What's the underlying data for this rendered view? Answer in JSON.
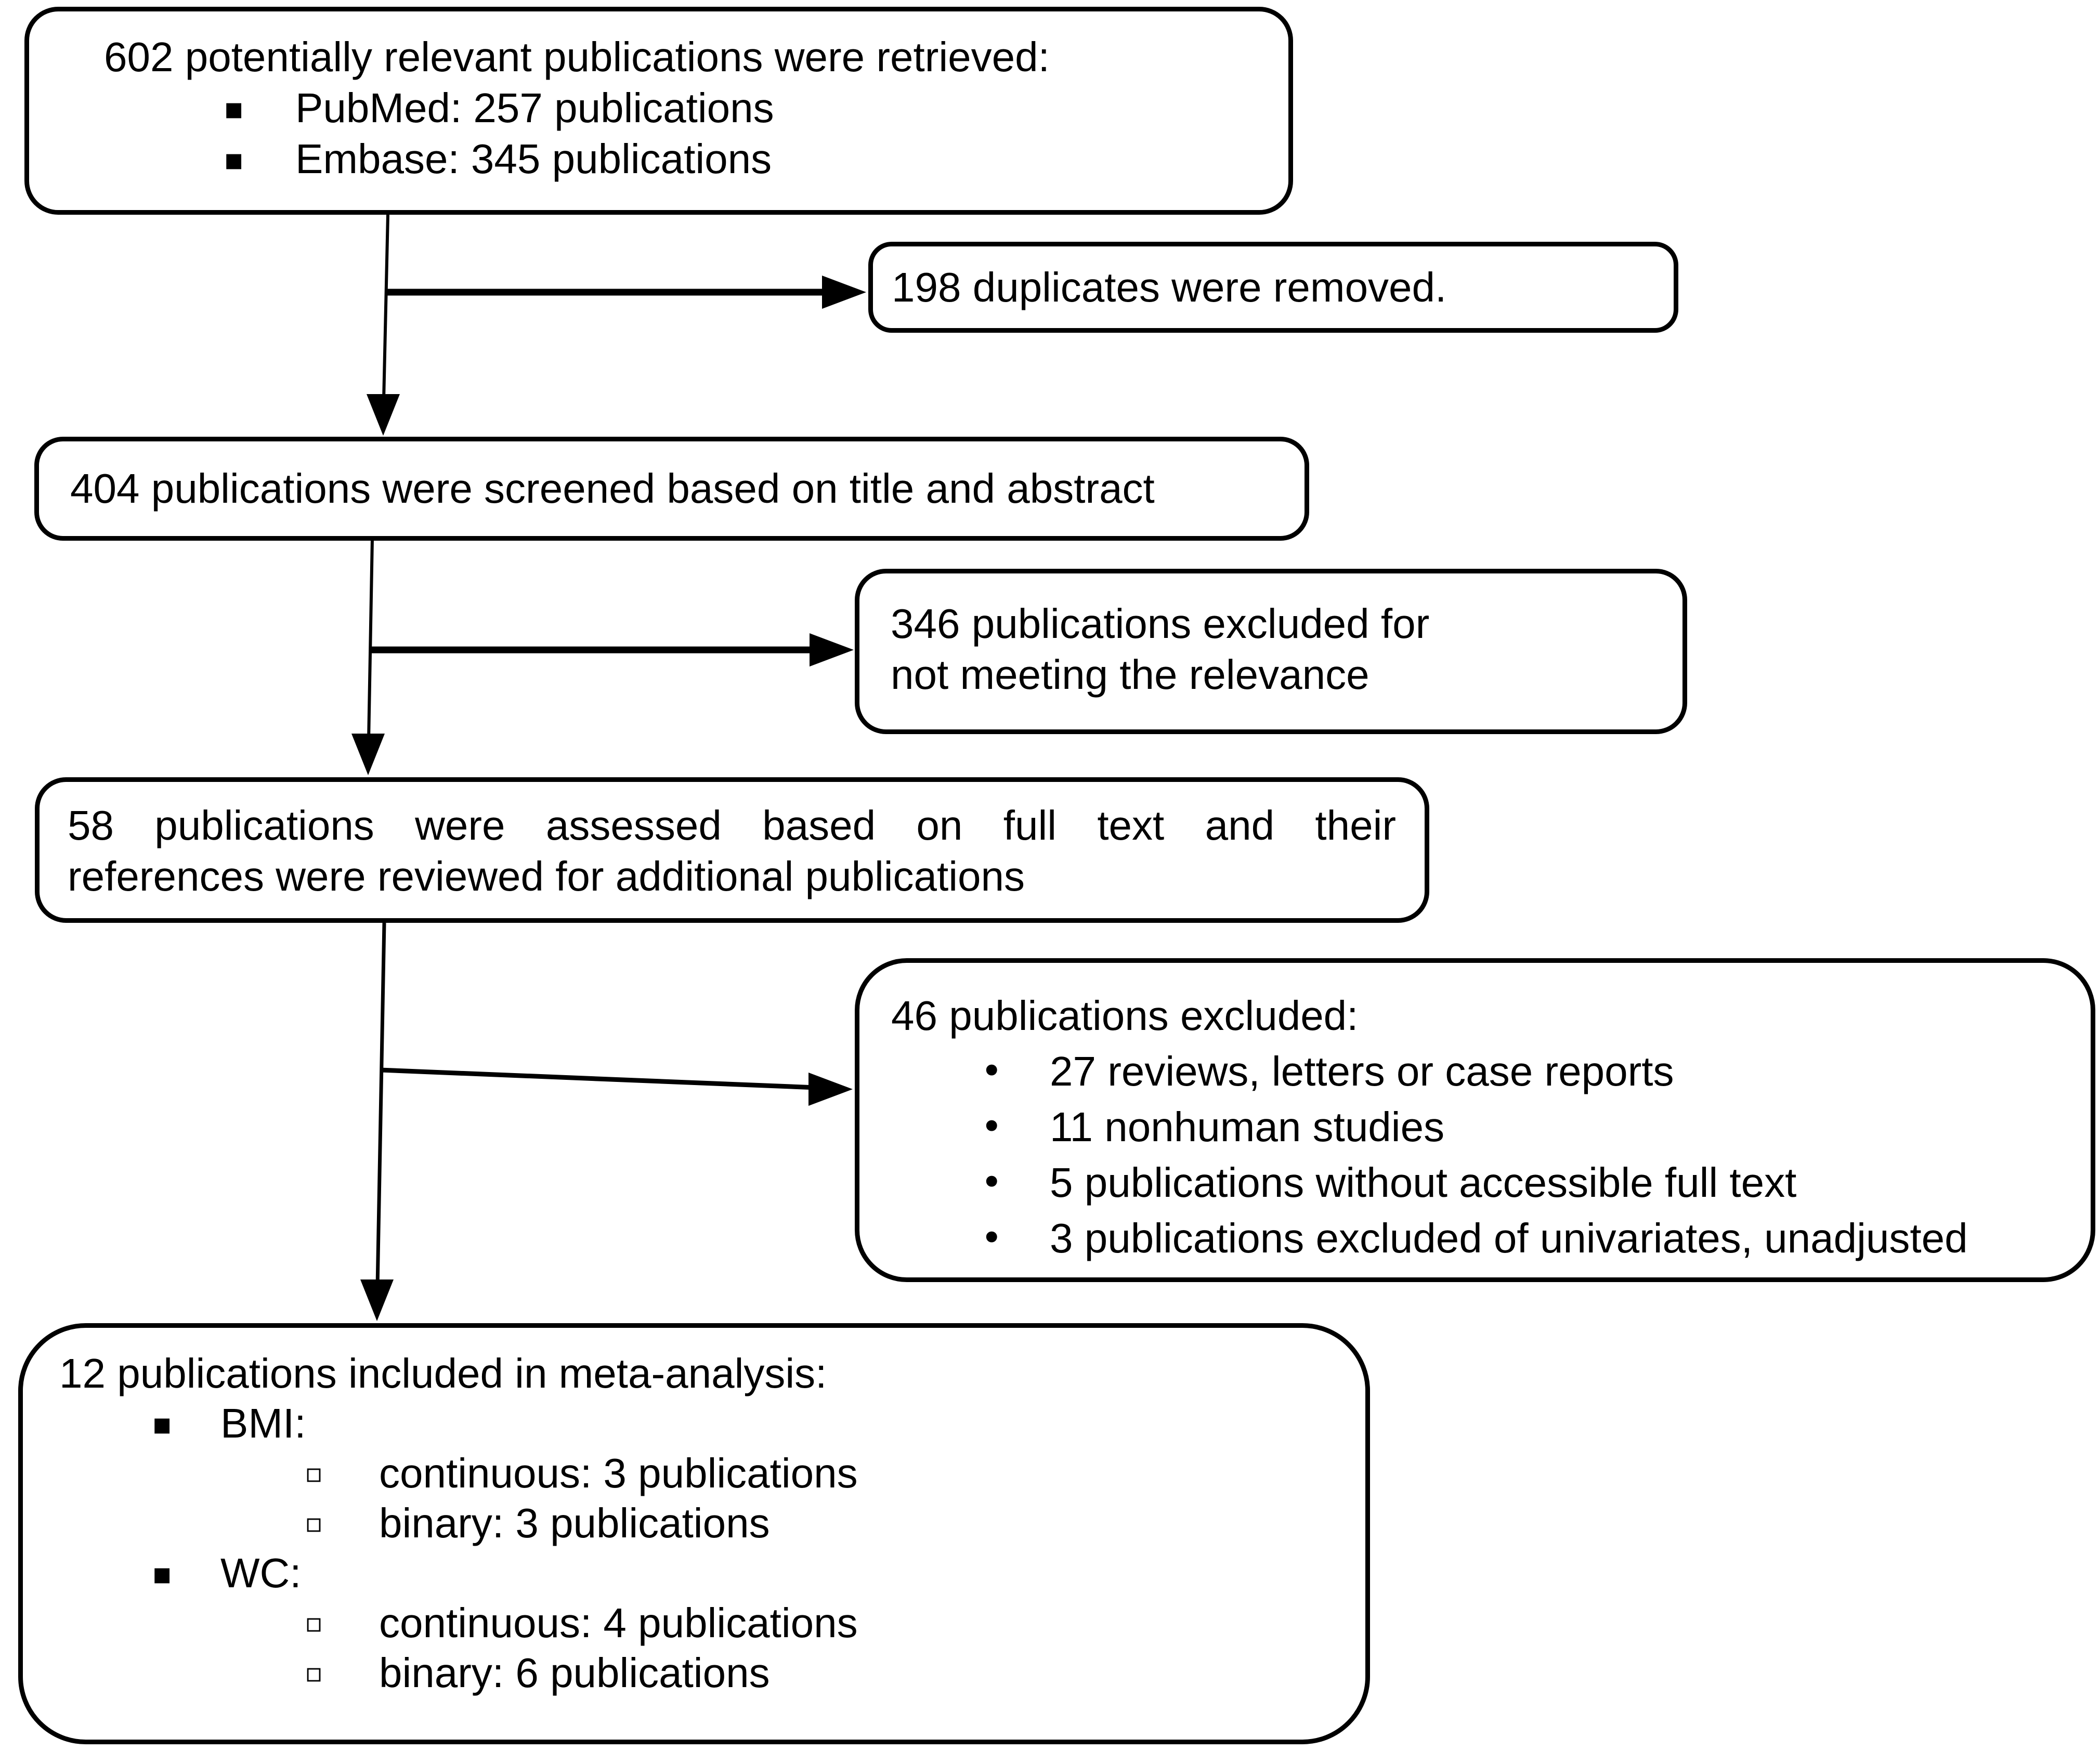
{
  "diagram": {
    "boxes": {
      "retrieved": {
        "title": "602 potentially relevant publications were retrieved:",
        "items": [
          "PubMed: 257 publications",
          "Embase: 345 publications"
        ]
      },
      "duplicates": {
        "text": "198 duplicates were removed."
      },
      "screened": {
        "text": "404 publications were screened based on title and abstract"
      },
      "excluded_relevance": {
        "lines": [
          "346 publications excluded for",
          "not meeting the relevance"
        ]
      },
      "assessed": {
        "lines": [
          "58 publications were assessed based on full text and their",
          "references were reviewed for additional publications"
        ]
      },
      "excluded_fulltext": {
        "title": "46 publications excluded:",
        "items": [
          "27 reviews, letters or case reports",
          "11 nonhuman studies",
          "5 publications without accessible full text",
          "3 publications excluded of univariates, unadjusted"
        ]
      },
      "included": {
        "title": "12 publications included in meta-analysis:",
        "groups": [
          {
            "label": "BMI:",
            "items": [
              "continuous: 3 publications",
              "binary: 3 publications"
            ]
          },
          {
            "label": "WC:",
            "items": [
              "continuous: 4 publications",
              "binary: 6 publications"
            ]
          }
        ]
      }
    },
    "bullets": {
      "square_filled": "▪",
      "square_hollow": "▫",
      "dot": "•"
    },
    "colors": {
      "line": "#000000",
      "background": "#ffffff",
      "text": "#000000"
    }
  }
}
